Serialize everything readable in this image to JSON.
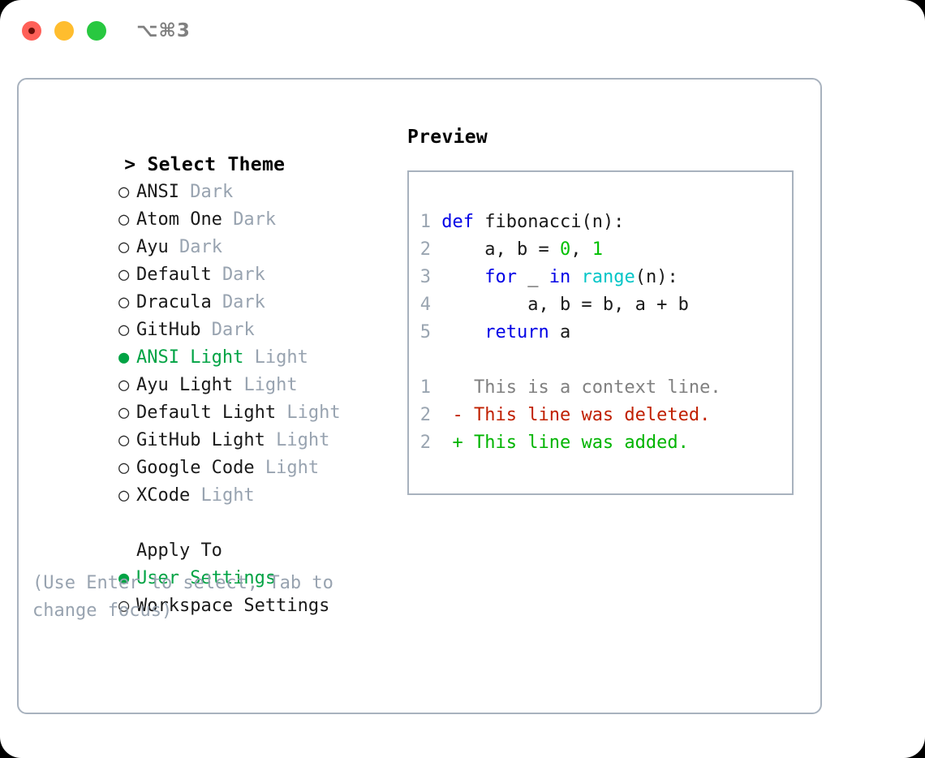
{
  "titlebar": {
    "shortcut": "⌥⌘3",
    "buttons": {
      "close": "close",
      "minimize": "minimize",
      "maximize": "maximize"
    }
  },
  "left": {
    "header": "> Select Theme",
    "themes": [
      {
        "bullet": "○",
        "name": "ANSI",
        "kind": "Dark",
        "selected": false
      },
      {
        "bullet": "○",
        "name": "Atom One",
        "kind": "Dark",
        "selected": false
      },
      {
        "bullet": "○",
        "name": "Ayu",
        "kind": "Dark",
        "selected": false
      },
      {
        "bullet": "○",
        "name": "Default",
        "kind": "Dark",
        "selected": false
      },
      {
        "bullet": "○",
        "name": "Dracula",
        "kind": "Dark",
        "selected": false
      },
      {
        "bullet": "○",
        "name": "GitHub",
        "kind": "Dark",
        "selected": false
      },
      {
        "bullet": "●",
        "name": "ANSI Light",
        "kind": "Light",
        "selected": true
      },
      {
        "bullet": "○",
        "name": "Ayu Light",
        "kind": "Light",
        "selected": false
      },
      {
        "bullet": "○",
        "name": "Default Light",
        "kind": "Light",
        "selected": false
      },
      {
        "bullet": "○",
        "name": "GitHub Light",
        "kind": "Light",
        "selected": false
      },
      {
        "bullet": "○",
        "name": "Google Code",
        "kind": "Light",
        "selected": false
      },
      {
        "bullet": "○",
        "name": "XCode",
        "kind": "Light",
        "selected": false
      }
    ],
    "apply_to_header": "Apply To",
    "apply_to": [
      {
        "bullet": "●",
        "name": "User Settings",
        "selected": true
      },
      {
        "bullet": "○",
        "name": "Workspace Settings",
        "selected": false
      }
    ],
    "hint": "(Use Enter to select, Tab to change focus)"
  },
  "right": {
    "title": "Preview",
    "code": {
      "line1": {
        "n": "1",
        "kw": "def",
        "rest": " fibonacci(n):"
      },
      "line2": {
        "n": "2",
        "pre": "    a, b = ",
        "num1": "0",
        "mid": ", ",
        "num2": "1"
      },
      "line3": {
        "n": "3",
        "kw": "for",
        "mid": " _ ",
        "kw2": "in",
        "sp": " ",
        "builtin": "range",
        "rest": "(n):"
      },
      "line4": {
        "n": "4",
        "text": "        a, b = b, a + b"
      },
      "line5": {
        "n": "5",
        "kw": "return",
        "rest": " a"
      }
    },
    "diff": [
      {
        "n": "1",
        "sign": " ",
        "text": " This is a context line.",
        "kind": "context"
      },
      {
        "n": "2",
        "sign": "-",
        "text": " This line was deleted.",
        "kind": "deleted"
      },
      {
        "n": "2",
        "sign": "+",
        "text": " This line was added.",
        "kind": "added"
      }
    ]
  },
  "colors": {
    "accent_green": "#00A344",
    "muted": "#98A3B0",
    "border": "#A8B2BE",
    "keyword": "#0000E6",
    "builtin": "#00C5C7",
    "number": "#00C000",
    "diff_added": "#00B400",
    "diff_deleted": "#C02000",
    "diff_context": "#808080",
    "line_number": "#9AA5B1"
  }
}
